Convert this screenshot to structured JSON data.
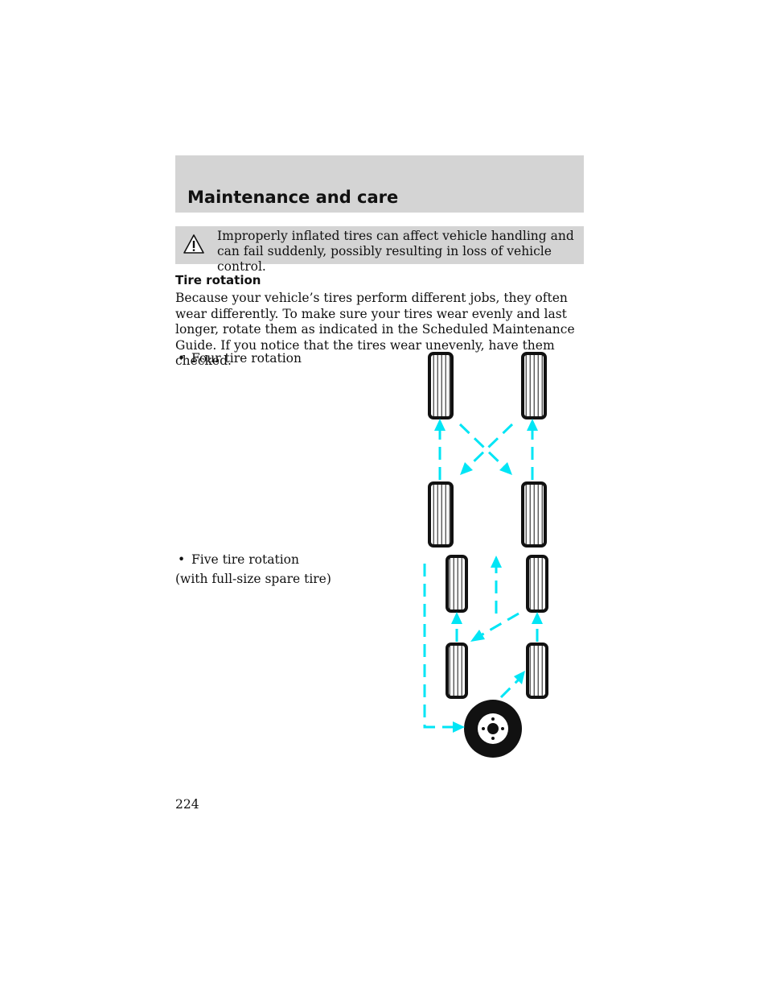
{
  "header": {
    "title": "Maintenance and care"
  },
  "warning": {
    "icon": "warning-triangle-icon",
    "text": "Improperly inflated tires can affect vehicle handling and can fail suddenly, possibly resulting in loss of vehicle control."
  },
  "section": {
    "heading": "Tire rotation",
    "paragraph": "Because your vehicle’s tires perform different jobs, they often wear differently. To make sure your tires wear evenly and last longer, rotate them as indicated in the Scheduled Maintenance Guide. If you notice that the tires wear unevenly, have them checked."
  },
  "bullets": [
    {
      "symbol": "•",
      "text": "Four tire rotation"
    },
    {
      "symbol": "•",
      "text": "Five tire rotation",
      "subtext": "(with full-size spare tire)"
    }
  ],
  "colors": {
    "arrow": "#00e5f5",
    "band": "#d4d4d4",
    "tire": "#111111"
  },
  "page_number": "224"
}
